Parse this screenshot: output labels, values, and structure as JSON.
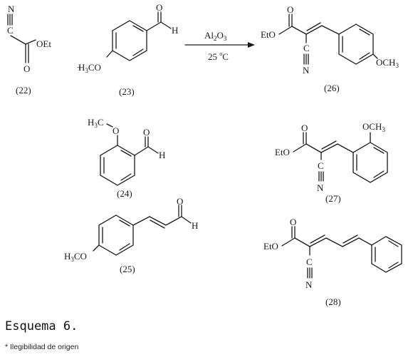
{
  "reaction": {
    "reagent": "Al",
    "reagent_sub": "2",
    "reagent_o": "O",
    "reagent_sub2": "3",
    "condition": "25 ",
    "condition_deg": "o",
    "condition_unit": "C",
    "plus": "+"
  },
  "compounds": {
    "c22": {
      "label": "(22)",
      "nitrile_n": "N",
      "nitrile_c": "C",
      "ester": "OEt",
      "carbonyl_o": "O"
    },
    "c23": {
      "label": "(23)",
      "ald_o": "O",
      "ald_h": "H",
      "methoxy": "H",
      "methoxy_sub": "3",
      "methoxy_rest": "CO"
    },
    "c26": {
      "label": "(26)",
      "ester": "EtO",
      "carbonyl_o": "O",
      "nitrile_c": "C",
      "nitrile_n": "N",
      "methoxy": "OCH",
      "methoxy_sub": "3"
    },
    "c24": {
      "label": "(24)",
      "methoxy": "H",
      "methoxy_sub": "3",
      "methoxy_rest": "C",
      "ether_o": "O",
      "ald_o": "O",
      "ald_h": "H"
    },
    "c27": {
      "label": "(27)",
      "ester": "EtO",
      "carbonyl_o": "O",
      "nitrile_c": "C",
      "nitrile_n": "N",
      "methoxy": "OCH",
      "methoxy_sub": "3"
    },
    "c25": {
      "label": "(25)",
      "methoxy": "H",
      "methoxy_sub": "3",
      "methoxy_rest": "CO",
      "ald_o": "O",
      "ald_h": "H"
    },
    "c28": {
      "label": "(28)",
      "ester": "EtO",
      "carbonyl_o": "O",
      "nitrile_c": "C",
      "nitrile_n": "N"
    }
  },
  "caption": "Esquema 6.",
  "note": "* Ilegibilidad de origen"
}
